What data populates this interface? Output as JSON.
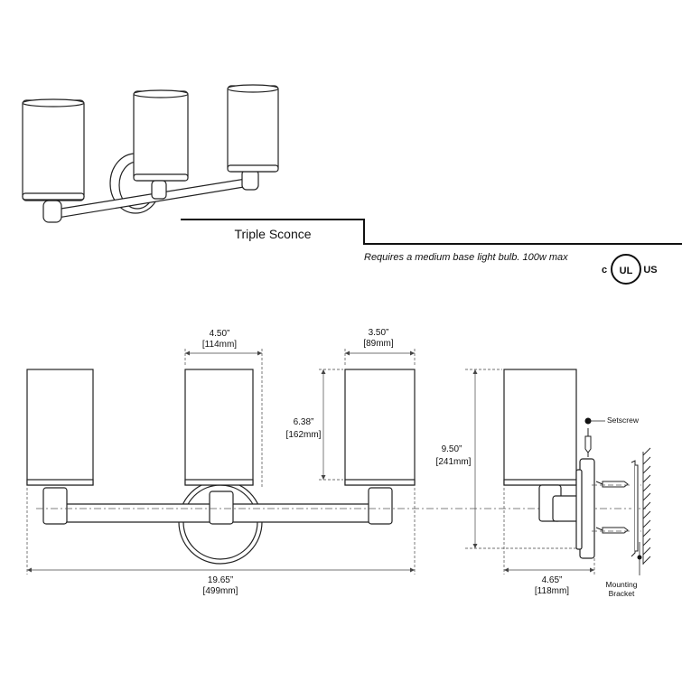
{
  "product_name": "Triple Sconce",
  "bulb_note": "Requires a medium base light bulb. 100w max",
  "cert_mark": {
    "left": "c",
    "center": "UL",
    "right": "US"
  },
  "dimensions": {
    "shade_width": {
      "inches": "4.50”",
      "mm": "[114mm]"
    },
    "shade_diameter": {
      "inches": "3.50”",
      "mm": "[89mm]"
    },
    "shade_height": {
      "inches": "6.38”",
      "mm": "[162mm]"
    },
    "overall_height": {
      "inches": "9.50”",
      "mm": "[241mm]"
    },
    "overall_width": {
      "inches": "19.65”",
      "mm": "[499mm]"
    },
    "extension": {
      "inches": "4.65”",
      "mm": "[118mm]"
    }
  },
  "labels": {
    "setscrew": "Setscrew",
    "mounting_bracket_line1": "Mounting",
    "mounting_bracket_line2": "Bracket"
  }
}
